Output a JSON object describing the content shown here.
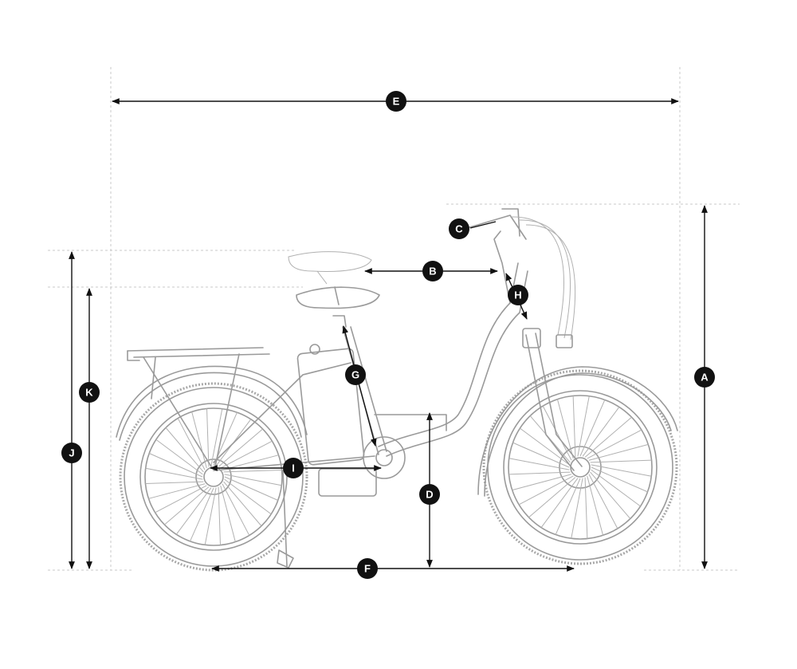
{
  "labels": {
    "a": "A",
    "b": "B",
    "c": "C",
    "d": "D",
    "e": "E",
    "f": "F",
    "g": "G",
    "h": "H",
    "i": "I",
    "j": "J",
    "k": "K"
  },
  "colors": {
    "badge": "#111111",
    "badge_text": "#ffffff",
    "line_art": "#9a9a9a",
    "guide": "#c8c8c8"
  }
}
